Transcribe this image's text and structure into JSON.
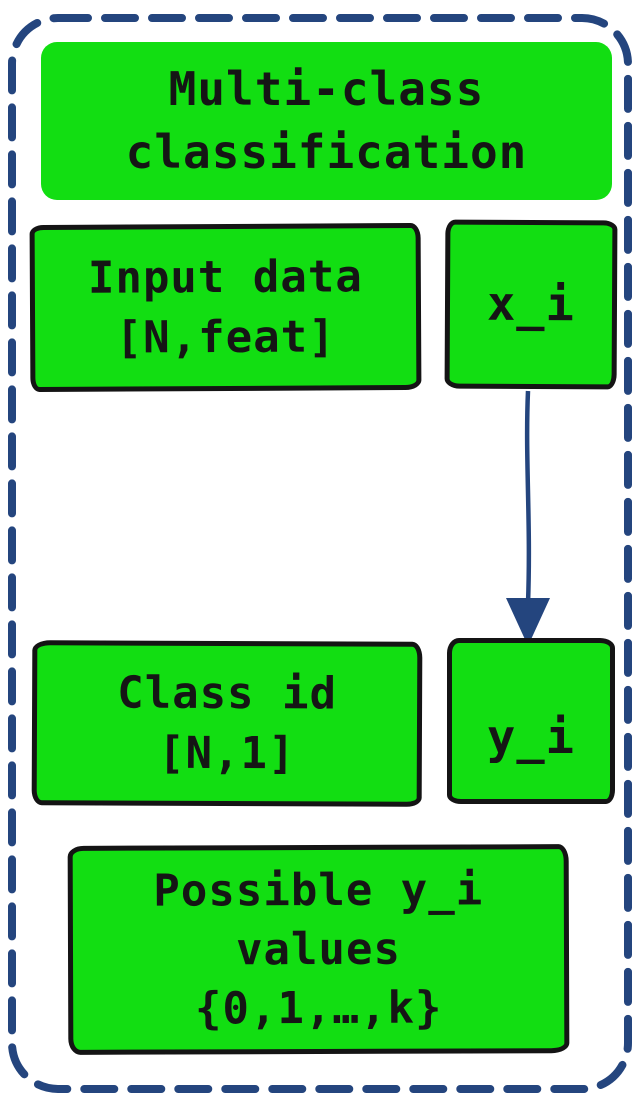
{
  "colors": {
    "background": "#ffffff",
    "node_fill": "#12de12",
    "node_border": "#141414",
    "text": "#151515",
    "frame": "#24457e",
    "arrow": "#24457e"
  },
  "title": {
    "lines": [
      "Multi-class",
      "classification"
    ]
  },
  "boxes": {
    "input": {
      "lines": [
        "Input data",
        "[N,feat]"
      ]
    },
    "xi": {
      "label": "x_i"
    },
    "class_id": {
      "lines": [
        "Class id",
        "[N,1]"
      ]
    },
    "yi": {
      "label": "y_i"
    },
    "possible": {
      "lines": [
        "Possible y_i",
        "values",
        "{0,1,…,k}"
      ]
    }
  },
  "edge": {
    "from": "x_i",
    "to": "y_i"
  }
}
